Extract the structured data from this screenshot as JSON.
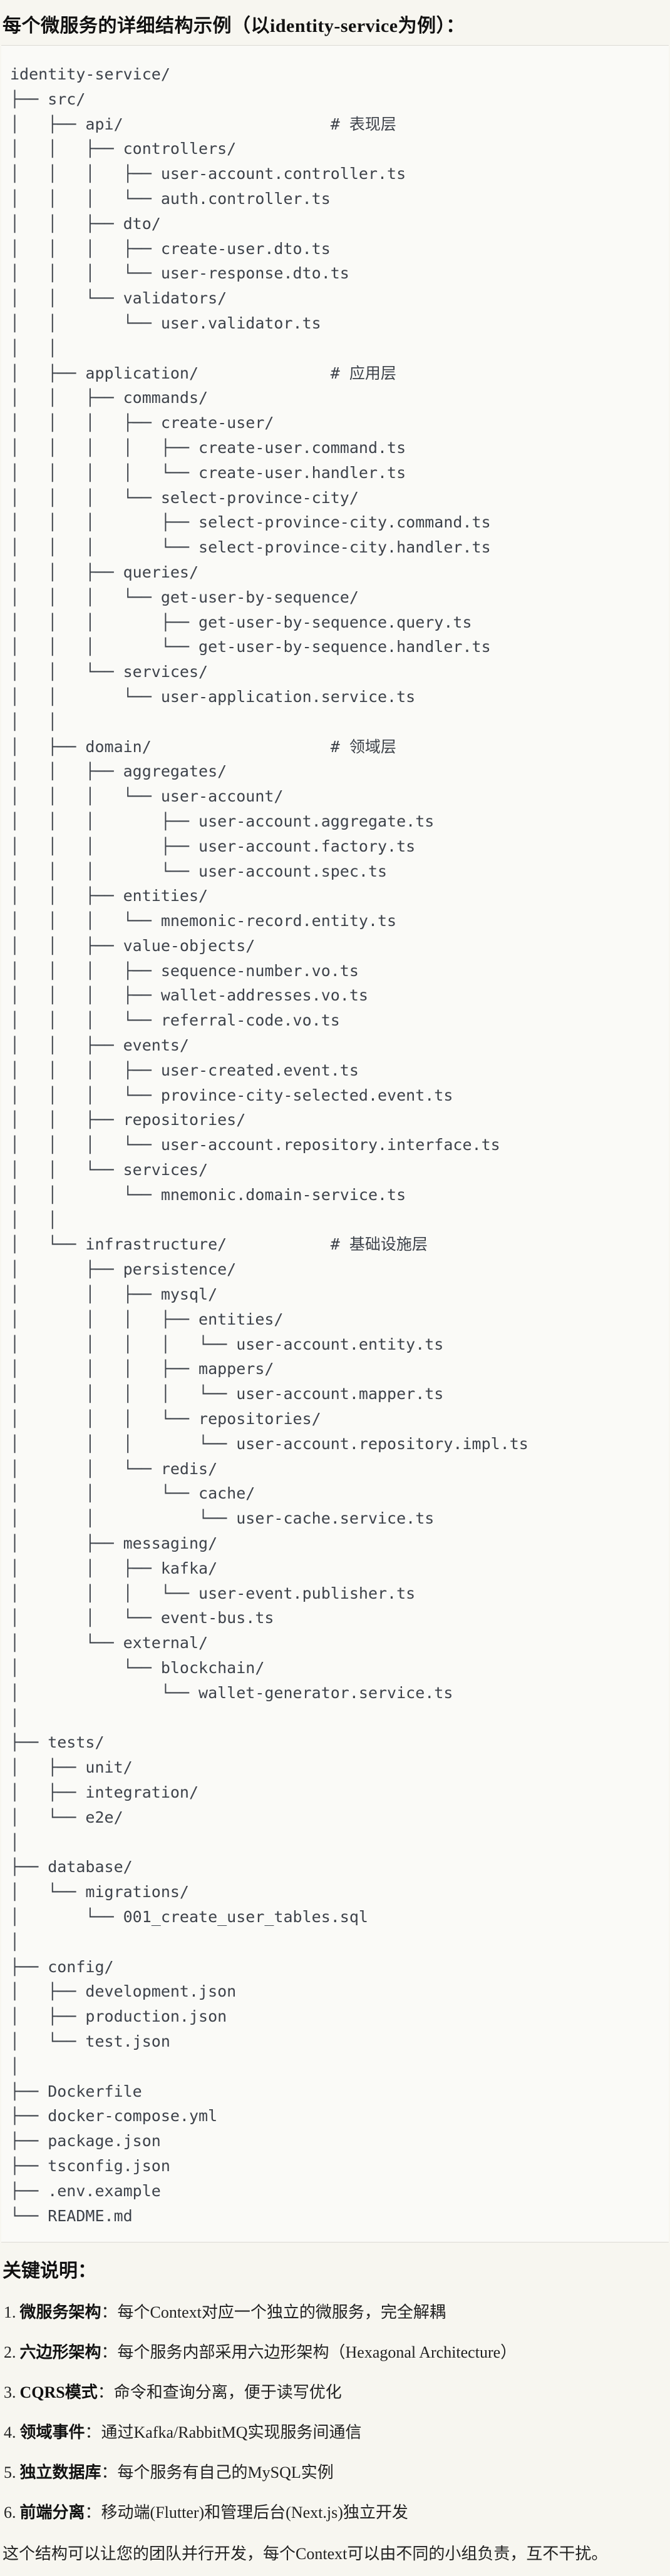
{
  "header": {
    "title": "每个微服务的详细结构示例（以identity-service为例）："
  },
  "tree": {
    "lines": [
      "identity-service/",
      "├── src/",
      "│   ├── api/                      # 表现层",
      "│   │   ├── controllers/",
      "│   │   │   ├── user-account.controller.ts",
      "│   │   │   └── auth.controller.ts",
      "│   │   ├── dto/",
      "│   │   │   ├── create-user.dto.ts",
      "│   │   │   └── user-response.dto.ts",
      "│   │   └── validators/",
      "│   │       └── user.validator.ts",
      "│   │",
      "│   ├── application/              # 应用层",
      "│   │   ├── commands/",
      "│   │   │   ├── create-user/",
      "│   │   │   │   ├── create-user.command.ts",
      "│   │   │   │   └── create-user.handler.ts",
      "│   │   │   └── select-province-city/",
      "│   │   │       ├── select-province-city.command.ts",
      "│   │   │       └── select-province-city.handler.ts",
      "│   │   ├── queries/",
      "│   │   │   └── get-user-by-sequence/",
      "│   │   │       ├── get-user-by-sequence.query.ts",
      "│   │   │       └── get-user-by-sequence.handler.ts",
      "│   │   └── services/",
      "│   │       └── user-application.service.ts",
      "│   │",
      "│   ├── domain/                   # 领域层",
      "│   │   ├── aggregates/",
      "│   │   │   └── user-account/",
      "│   │   │       ├── user-account.aggregate.ts",
      "│   │   │       ├── user-account.factory.ts",
      "│   │   │       └── user-account.spec.ts",
      "│   │   ├── entities/",
      "│   │   │   └── mnemonic-record.entity.ts",
      "│   │   ├── value-objects/",
      "│   │   │   ├── sequence-number.vo.ts",
      "│   │   │   ├── wallet-addresses.vo.ts",
      "│   │   │   └── referral-code.vo.ts",
      "│   │   ├── events/",
      "│   │   │   ├── user-created.event.ts",
      "│   │   │   └── province-city-selected.event.ts",
      "│   │   ├── repositories/",
      "│   │   │   └── user-account.repository.interface.ts",
      "│   │   └── services/",
      "│   │       └── mnemonic.domain-service.ts",
      "│   │",
      "│   └── infrastructure/           # 基础设施层",
      "│       ├── persistence/",
      "│       │   ├── mysql/",
      "│       │   │   ├── entities/",
      "│       │   │   │   └── user-account.entity.ts",
      "│       │   │   ├── mappers/",
      "│       │   │   │   └── user-account.mapper.ts",
      "│       │   │   └── repositories/",
      "│       │   │       └── user-account.repository.impl.ts",
      "│       │   └── redis/",
      "│       │       └── cache/",
      "│       │           └── user-cache.service.ts",
      "│       ├── messaging/",
      "│       │   ├── kafka/",
      "│       │   │   └── user-event.publisher.ts",
      "│       │   └── event-bus.ts",
      "│       └── external/",
      "│           └── blockchain/",
      "│               └── wallet-generator.service.ts",
      "│",
      "├── tests/",
      "│   ├── unit/",
      "│   ├── integration/",
      "│   └── e2e/",
      "│",
      "├── database/",
      "│   └── migrations/",
      "│       └── 001_create_user_tables.sql",
      "│",
      "├── config/",
      "│   ├── development.json",
      "│   ├── production.json",
      "│   └── test.json",
      "│",
      "├── Dockerfile",
      "├── docker-compose.yml",
      "├── package.json",
      "├── tsconfig.json",
      "├── .env.example",
      "└── README.md"
    ]
  },
  "notes": {
    "heading": "关键说明：",
    "colon": "：",
    "items": [
      {
        "num": "1.",
        "label": "微服务架构",
        "text": "每个Context对应一个独立的微服务，完全解耦"
      },
      {
        "num": "2.",
        "label": "六边形架构",
        "text": "每个服务内部采用六边形架构（Hexagonal Architecture）"
      },
      {
        "num": "3.",
        "label": "CQRS模式",
        "text": "命令和查询分离，便于读写优化"
      },
      {
        "num": "4.",
        "label": "领域事件",
        "text": "通过Kafka/RabbitMQ实现服务间通信"
      },
      {
        "num": "5.",
        "label": "独立数据库",
        "text": "每个服务有自己的MySQL实例"
      },
      {
        "num": "6.",
        "label": "前端分离",
        "text": "移动端(Flutter)和管理后台(Next.js)独立开发"
      }
    ]
  },
  "footer": {
    "text": "这个结构可以让您的团队并行开发，每个Context可以由不同的小组负责，互不干扰。"
  }
}
